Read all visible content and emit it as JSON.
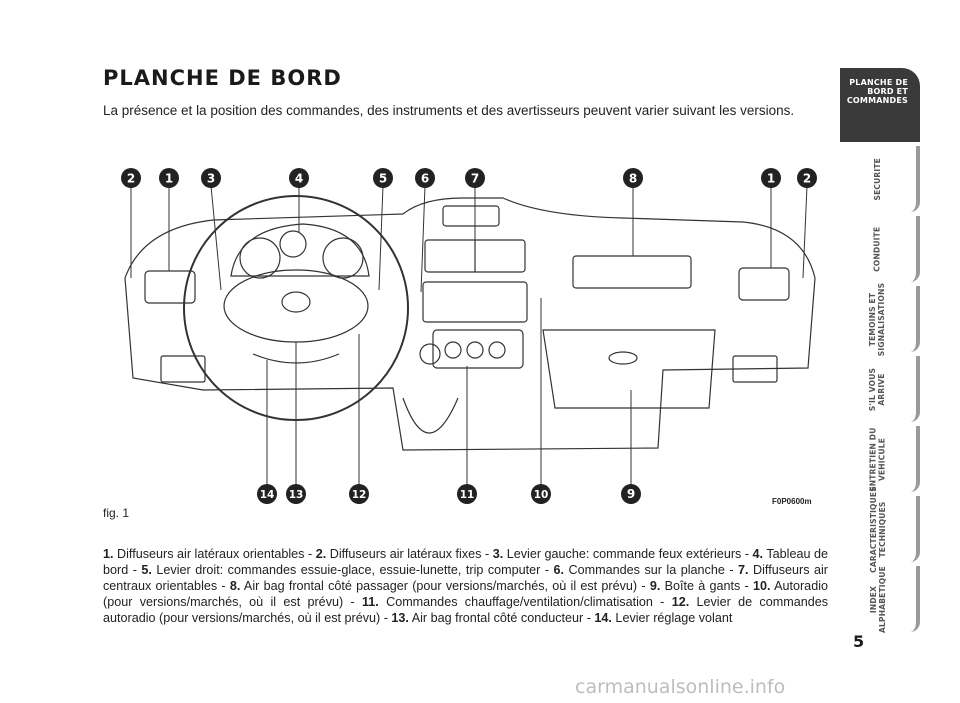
{
  "page": {
    "title": "PLANCHE DE BORD",
    "intro": "La présence et la position des commandes, des instruments et des avertisseurs peuvent varier suivant les versions.",
    "fig_label": "fig. 1",
    "fig_code": "F0P0600m",
    "number": "5",
    "watermark": "carmanualsonline.info"
  },
  "figure": {
    "callouts_top": [
      "2",
      "1",
      "3",
      "4",
      "5",
      "6",
      "7",
      "8",
      "1",
      "2"
    ],
    "callouts_bottom": [
      "14",
      "13",
      "12",
      "11",
      "10",
      "9"
    ]
  },
  "caption": [
    {
      "num": "1.",
      "text": " Diffuseurs air latéraux orientables - "
    },
    {
      "num": "2.",
      "text": " Diffuseurs air latéraux fixes - "
    },
    {
      "num": "3.",
      "text": " Levier gauche: commande feux extérieurs - "
    },
    {
      "num": "4.",
      "text": " Tableau de bord - "
    },
    {
      "num": "5.",
      "text": " Levier droit: commandes essuie-glace, essuie-lunette, trip computer - "
    },
    {
      "num": "6.",
      "text": " Commandes sur la planche - "
    },
    {
      "num": "7.",
      "text": " Diffuseurs air centraux orientables - "
    },
    {
      "num": "8.",
      "text": " Air bag frontal côté passager (pour versions/marchés, où il est prévu) - "
    },
    {
      "num": "9.",
      "text": " Boîte à gants - "
    },
    {
      "num": "10.",
      "text": " Autoradio (pour versions/marchés, où il est prévu) - "
    },
    {
      "num": "11.",
      "text": " Commandes chauffage/ventilation/climatisation - "
    },
    {
      "num": "12.",
      "text": " Levier de commandes autoradio (pour versions/marchés, où il est prévu) - "
    },
    {
      "num": "13.",
      "text": " Air bag frontal côté conducteur - "
    },
    {
      "num": "14.",
      "text": " Levier réglage volant"
    }
  ],
  "sidebar": {
    "tabs": [
      {
        "label": "PLANCHE DE\nBORD ET\nCOMMANDES",
        "active": true
      },
      {
        "label": "SECURITE",
        "active": false
      },
      {
        "label": "CONDUITE",
        "active": false
      },
      {
        "label": "TEMOINS ET\nSIGNALISATIONS",
        "active": false
      },
      {
        "label": "S'IL VOUS\nARRIVE",
        "active": false
      },
      {
        "label": "ENTRETIEN DU\nVEHICULE",
        "active": false
      },
      {
        "label": "CARACTERISTIQUES\nTECHNIQUES",
        "active": false
      },
      {
        "label": "INDEX\nALPHABETIQUE",
        "active": false
      }
    ]
  }
}
